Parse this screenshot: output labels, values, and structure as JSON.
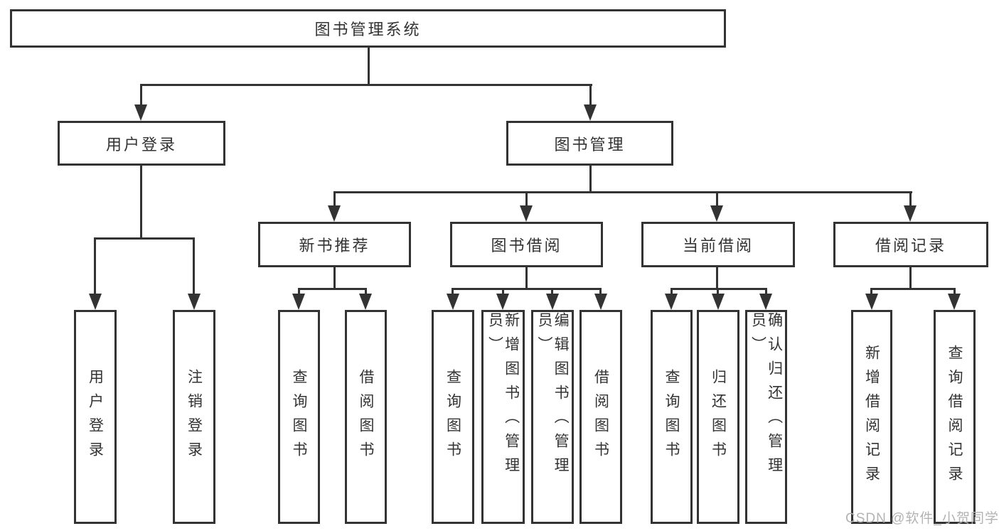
{
  "diagram_title": "图书管理系统",
  "nodes": {
    "root": {
      "label": "图书管理系统"
    },
    "user_login": {
      "label": "用户登录",
      "children": [
        {
          "label": "用户登录"
        },
        {
          "label": "注销登录"
        }
      ]
    },
    "book_mgmt": {
      "label": "图书管理",
      "children": [
        {
          "label": "新书推荐",
          "children": [
            {
              "label": "查询图书"
            },
            {
              "label": "借阅图书"
            }
          ]
        },
        {
          "label": "图书借阅",
          "children": [
            {
              "label": "查询图书"
            },
            {
              "label": "新增图书（管理员）"
            },
            {
              "label": "编辑图书（管理员）"
            },
            {
              "label": "借阅图书"
            }
          ]
        },
        {
          "label": "当前借阅",
          "children": [
            {
              "label": "查询图书"
            },
            {
              "label": "归还图书"
            },
            {
              "label": "确认归还（管理员）"
            }
          ]
        },
        {
          "label": "借阅记录",
          "children": [
            {
              "label": "新增借阅记录"
            },
            {
              "label": "查询借阅记录"
            }
          ]
        }
      ]
    }
  },
  "watermark": {
    "text": "CSDN @软件_小贺同学"
  },
  "colors": {
    "line": "#333333",
    "text": "#333333",
    "watermark": "#b3b3b3",
    "background": "#ffffff"
  }
}
